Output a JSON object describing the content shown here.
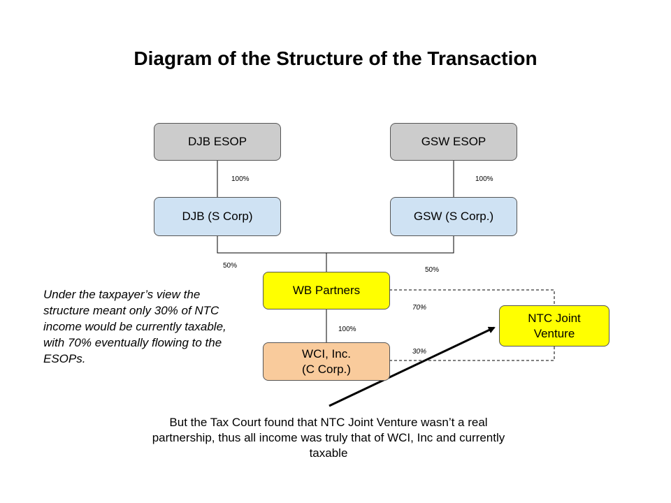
{
  "title": "Diagram of the Structure of the Transaction",
  "entities": {
    "djb_esop": "DJB ESOP",
    "gsw_esop": "GSW ESOP",
    "djb_scorp": "DJB (S Corp)",
    "gsw_scorp": "GSW (S Corp.)",
    "wb_partners": "WB Partners",
    "wci": "WCI, Inc.\n(C Corp.)",
    "ntc": "NTC Joint\nVenture"
  },
  "ownership": {
    "djb_esop_to_djb": "100%",
    "gsw_esop_to_gsw": "100%",
    "djb_to_wb": "50%",
    "gsw_to_wb": "50%",
    "wb_to_wci": "100%",
    "wb_to_ntc": "70%",
    "wci_to_ntc": "30%"
  },
  "taxpayer_view_note": "Under the taxpayer’s view the structure meant only 30% of NTC income would be currently taxable, with 70% eventually flowing to the ESOPs.",
  "tax_court_finding": "But the Tax Court found that NTC Joint Venture wasn’t a real partnership, thus all income was truly that of WCI, Inc and currently taxable",
  "colors": {
    "esop_fill": "#cccccc",
    "scorp_fill": "#cfe2f3",
    "partnership_fill": "#ffff00",
    "ccorp_fill": "#f9cb9c"
  }
}
